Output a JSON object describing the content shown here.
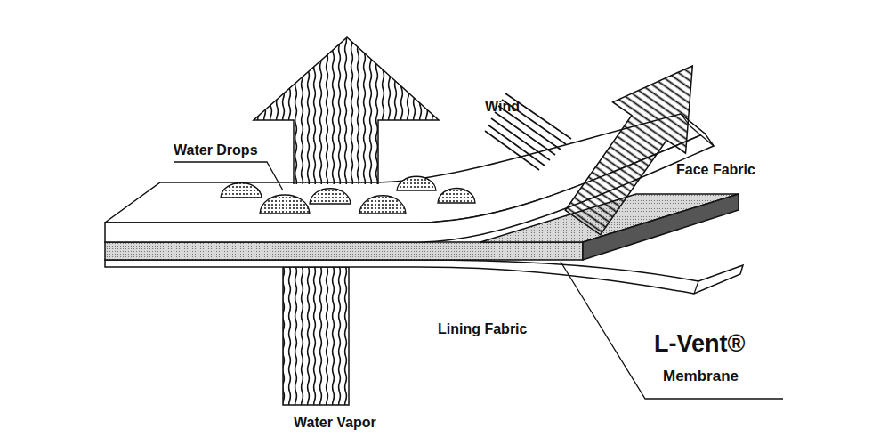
{
  "diagram": {
    "labels": [
      "Water Drops",
      "Wind",
      "Face Fabric",
      "Lining Fabric",
      "L-Vent®",
      "Membrane",
      "Water Vapor"
    ]
  }
}
